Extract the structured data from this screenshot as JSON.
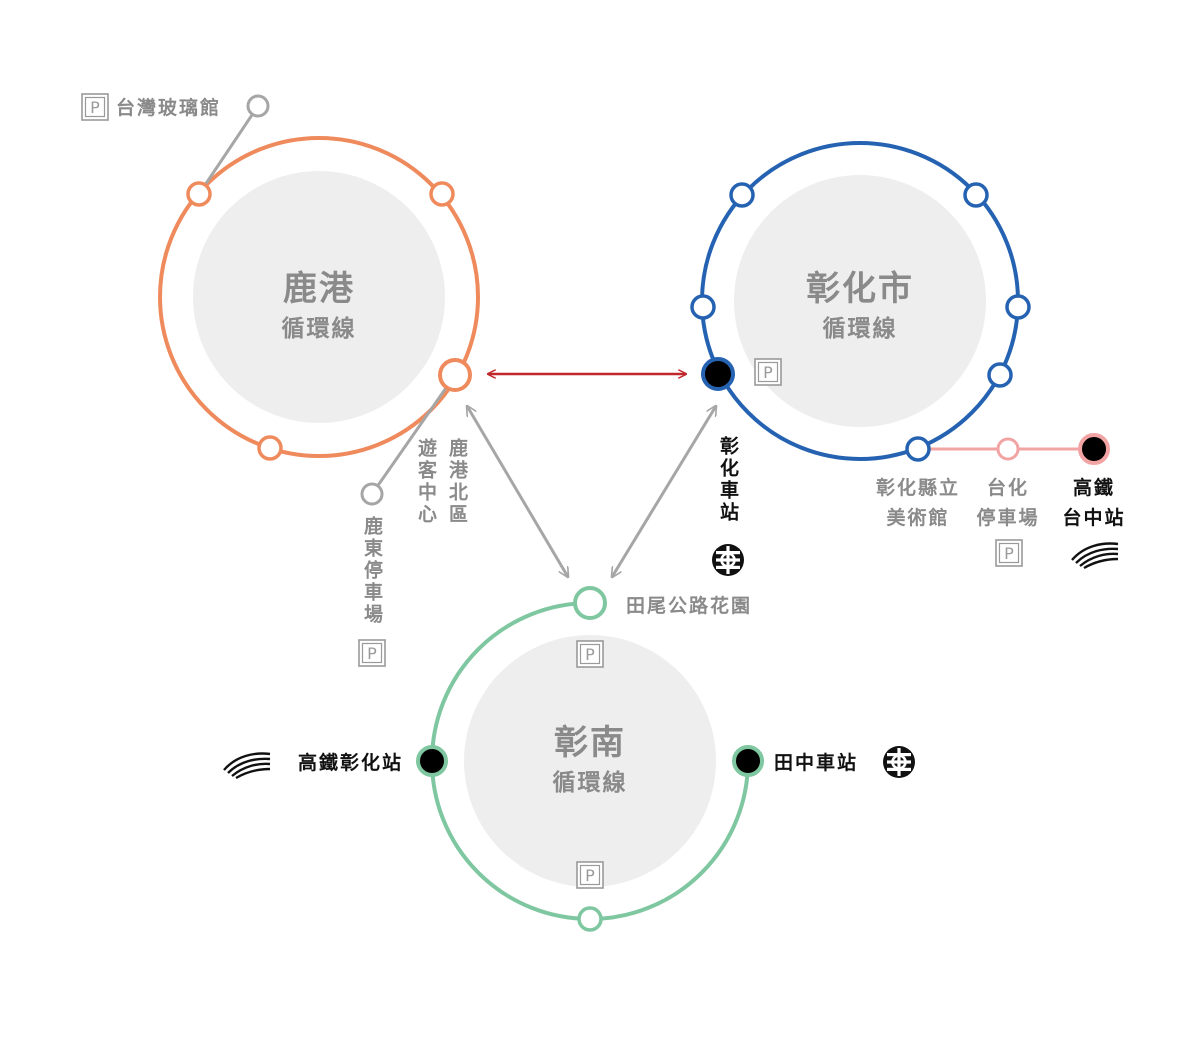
{
  "loops": {
    "lukang": {
      "name": "鹿港",
      "line_label": "循環線",
      "color": "#ef8a5c"
    },
    "changhua_city": {
      "name": "彰化市",
      "line_label": "循環線",
      "color": "#2563b2"
    },
    "changnan": {
      "name": "彰南",
      "line_label": "循環線",
      "color": "#7fc7a0"
    }
  },
  "stations": {
    "taiwan_glass": "台灣玻璃館",
    "lukang_north": "鹿港北區",
    "lukang_visitor_center": "遊客中心",
    "ludong_parking": "鹿東停車場",
    "changhua_station": "彰化車站",
    "art_museum_line1": "彰化縣立",
    "art_museum_line2": "美術館",
    "taihua_line1": "台化",
    "taihua_line2": "停車場",
    "hsr_taichung_line1": "高鐵",
    "hsr_taichung_line2": "台中站",
    "tianwei_garden": "田尾公路花園",
    "hsr_changhua": "高鐵彰化站",
    "tianzhong": "田中車站"
  },
  "symbols": {
    "parking": "P",
    "parking_icon": "parking-icon",
    "tra_icon": "tra-logo-icon",
    "hsr_icon": "hsr-logo-icon"
  },
  "colors": {
    "link_red": "#c0282d",
    "link_gray": "#a6a6a6",
    "inner_fill": "#eeeeee",
    "branch_pink": "#f2a3a3",
    "label_gray": "#8a8a8a",
    "station_black": "#000000"
  }
}
